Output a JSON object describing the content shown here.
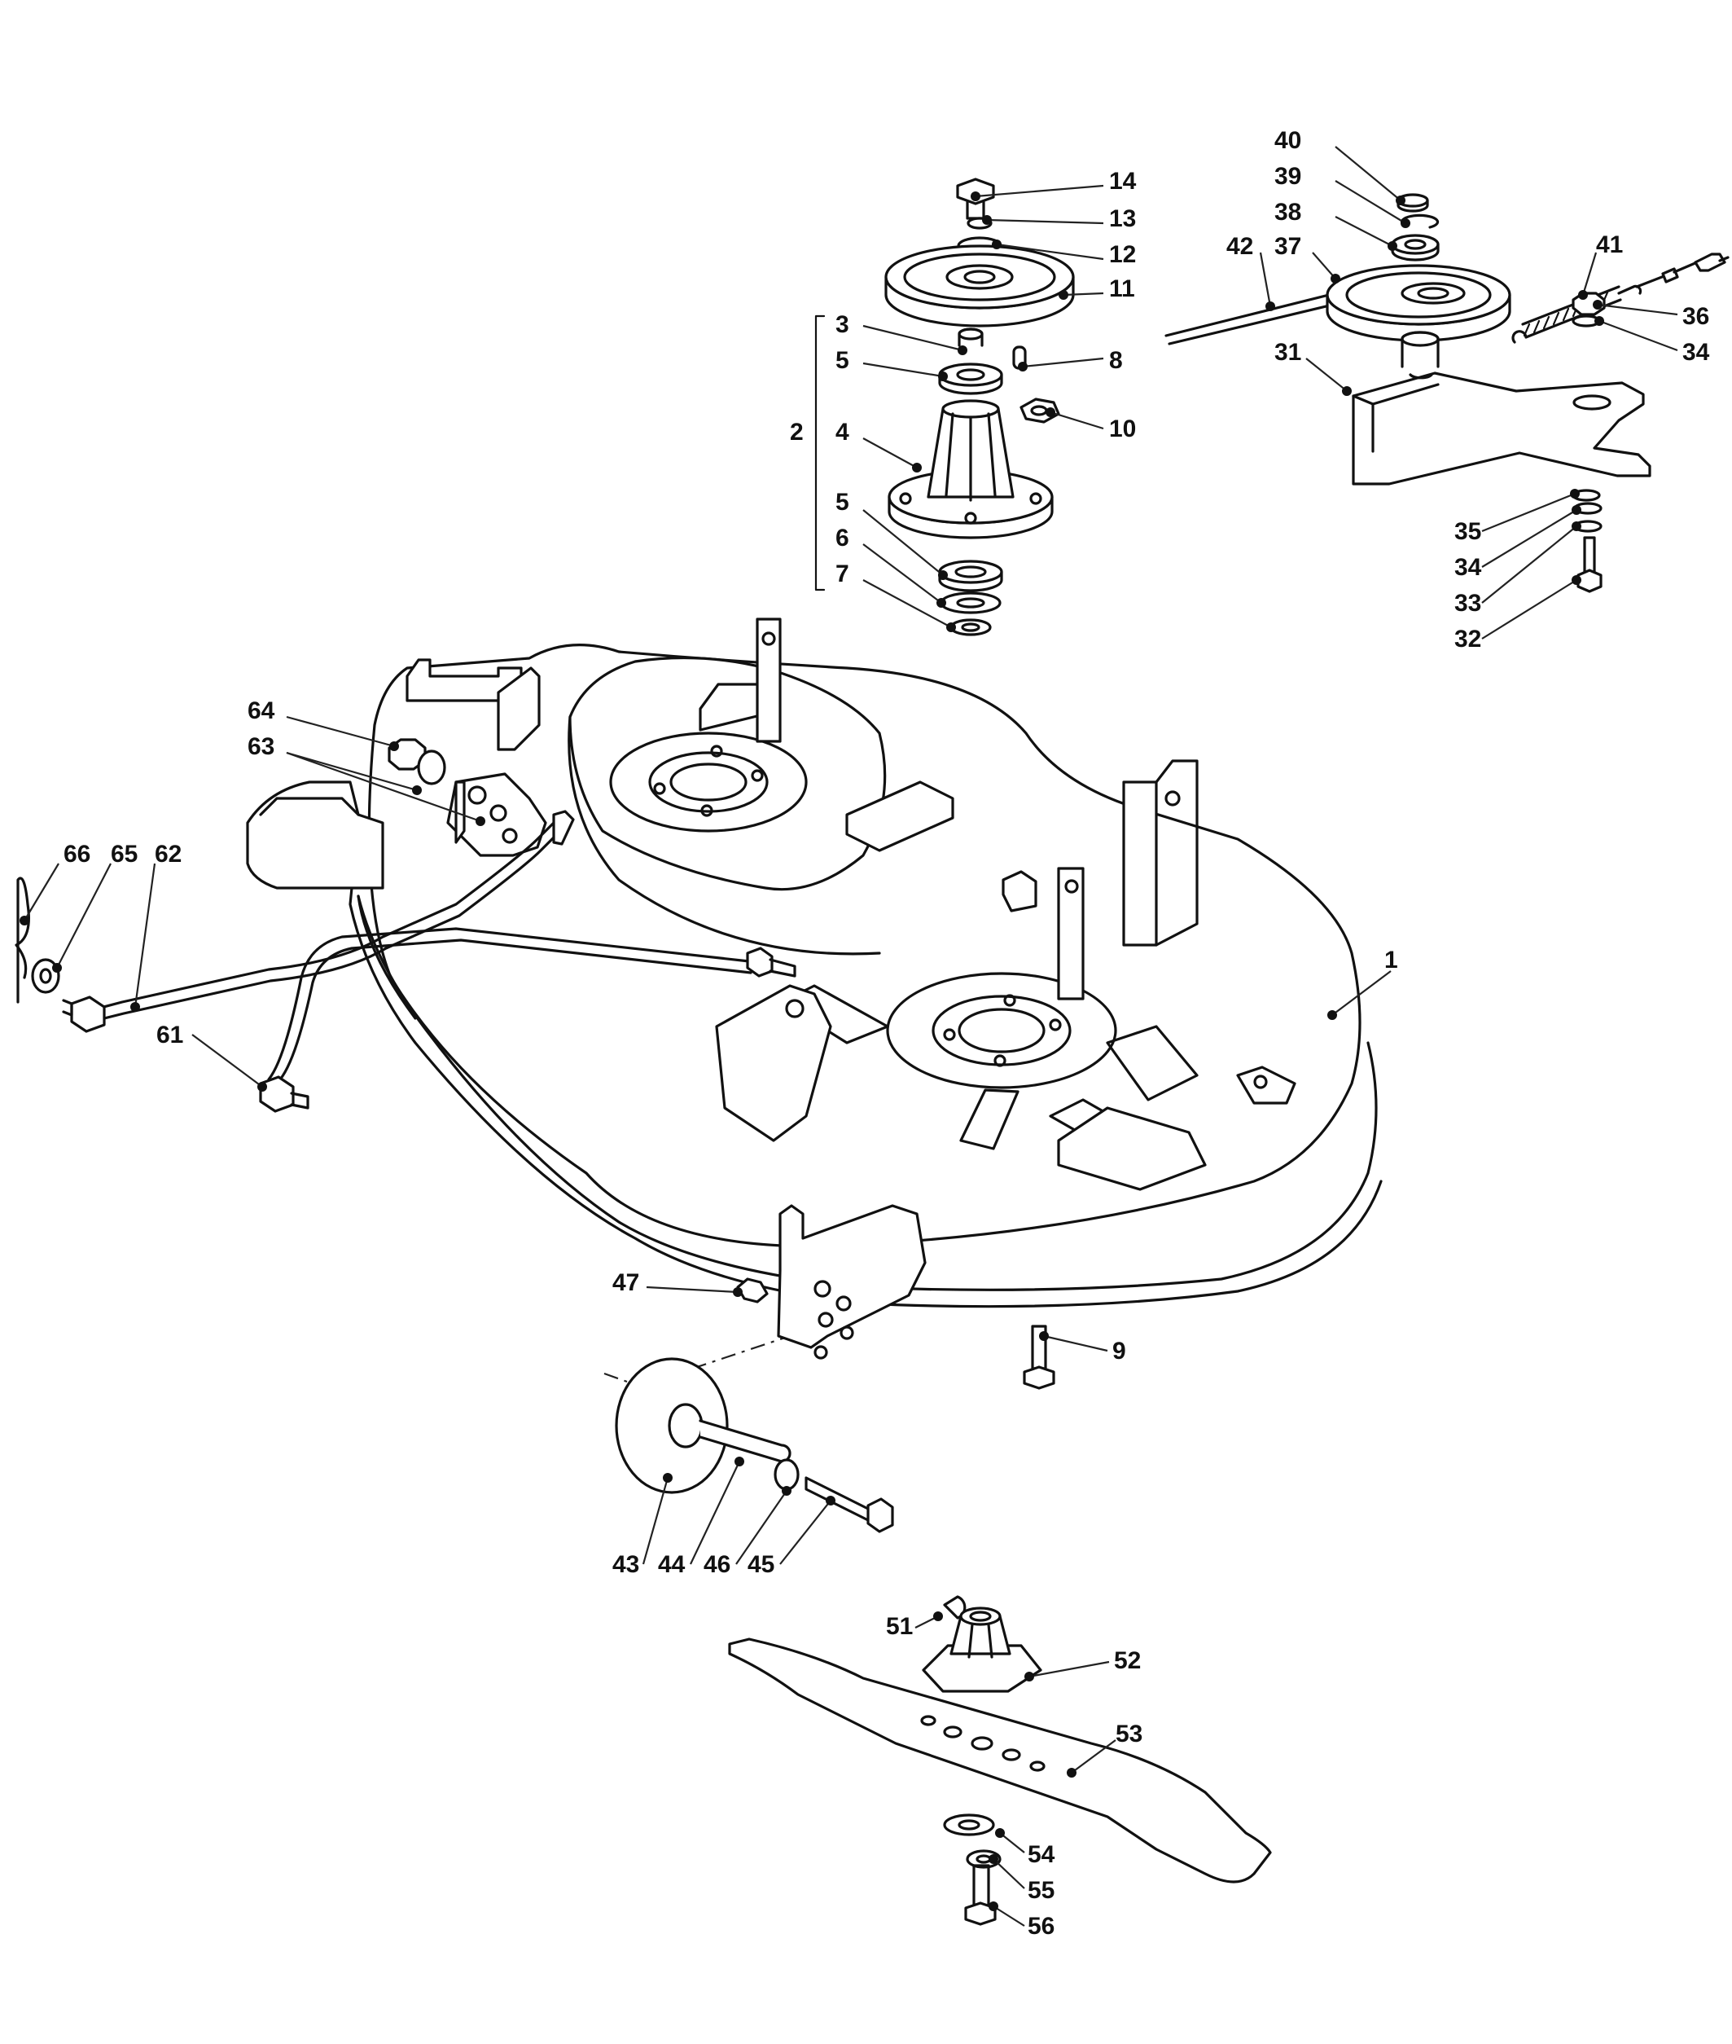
{
  "diagram": {
    "callouts": [
      {
        "id": "c14",
        "label": "14"
      },
      {
        "id": "c13",
        "label": "13"
      },
      {
        "id": "c12",
        "label": "12"
      },
      {
        "id": "c11",
        "label": "11"
      },
      {
        "id": "c3",
        "label": "3"
      },
      {
        "id": "c5a",
        "label": "5"
      },
      {
        "id": "c8",
        "label": "8"
      },
      {
        "id": "c2",
        "label": "2"
      },
      {
        "id": "c4",
        "label": "4"
      },
      {
        "id": "c10",
        "label": "10"
      },
      {
        "id": "c5b",
        "label": "5"
      },
      {
        "id": "c6",
        "label": "6"
      },
      {
        "id": "c7",
        "label": "7"
      },
      {
        "id": "c40",
        "label": "40"
      },
      {
        "id": "c39",
        "label": "39"
      },
      {
        "id": "c38",
        "label": "38"
      },
      {
        "id": "c42",
        "label": "42"
      },
      {
        "id": "c37",
        "label": "37"
      },
      {
        "id": "c41",
        "label": "41"
      },
      {
        "id": "c36",
        "label": "36"
      },
      {
        "id": "c34a",
        "label": "34"
      },
      {
        "id": "c31",
        "label": "31"
      },
      {
        "id": "c35",
        "label": "35"
      },
      {
        "id": "c34b",
        "label": "34"
      },
      {
        "id": "c33",
        "label": "33"
      },
      {
        "id": "c32",
        "label": "32"
      },
      {
        "id": "c64",
        "label": "64"
      },
      {
        "id": "c63",
        "label": "63"
      },
      {
        "id": "c66",
        "label": "66"
      },
      {
        "id": "c65",
        "label": "65"
      },
      {
        "id": "c62",
        "label": "62"
      },
      {
        "id": "c61",
        "label": "61"
      },
      {
        "id": "c1",
        "label": "1"
      },
      {
        "id": "c47",
        "label": "47"
      },
      {
        "id": "c9",
        "label": "9"
      },
      {
        "id": "c43",
        "label": "43"
      },
      {
        "id": "c44",
        "label": "44"
      },
      {
        "id": "c46",
        "label": "46"
      },
      {
        "id": "c45",
        "label": "45"
      },
      {
        "id": "c51",
        "label": "51"
      },
      {
        "id": "c52",
        "label": "52"
      },
      {
        "id": "c53",
        "label": "53"
      },
      {
        "id": "c54",
        "label": "54"
      },
      {
        "id": "c55",
        "label": "55"
      },
      {
        "id": "c56",
        "label": "56"
      }
    ]
  }
}
